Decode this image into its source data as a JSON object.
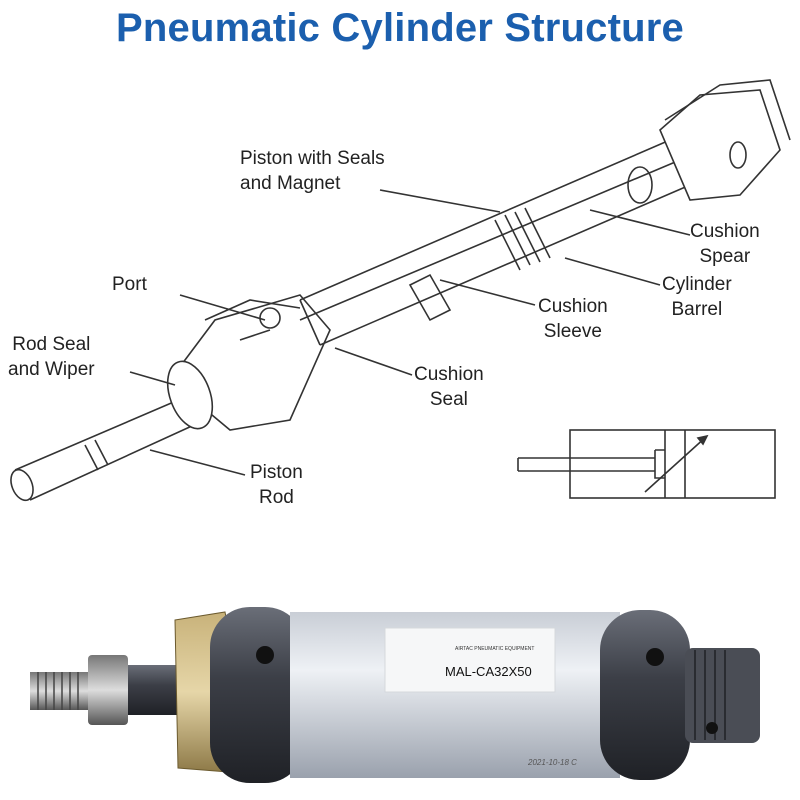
{
  "title": "Pneumatic Cylinder Structure",
  "diagram": {
    "labels": {
      "piston": [
        "Piston with Seals",
        "and Magnet"
      ],
      "cushion_spear": [
        "Cushion",
        "Spear"
      ],
      "cylinder_barrel": [
        "Cylinder",
        "Barrel"
      ],
      "cushion_sleeve": [
        "Cushion",
        "Sleeve"
      ],
      "port": [
        "Port"
      ],
      "rod_seal": [
        "Rod Seal",
        "and Wiper"
      ],
      "cushion_seal": [
        "Cushion",
        "Seal"
      ],
      "piston_rod": [
        "Piston",
        "Rod"
      ]
    }
  },
  "photo": {
    "label_brand": "AIRTAC PNEUMATIC EQUIPMENT",
    "model": "MAL-CA32X50",
    "date_stamp": "2021-10-18 C"
  },
  "colors": {
    "title": "#1b5fae"
  }
}
